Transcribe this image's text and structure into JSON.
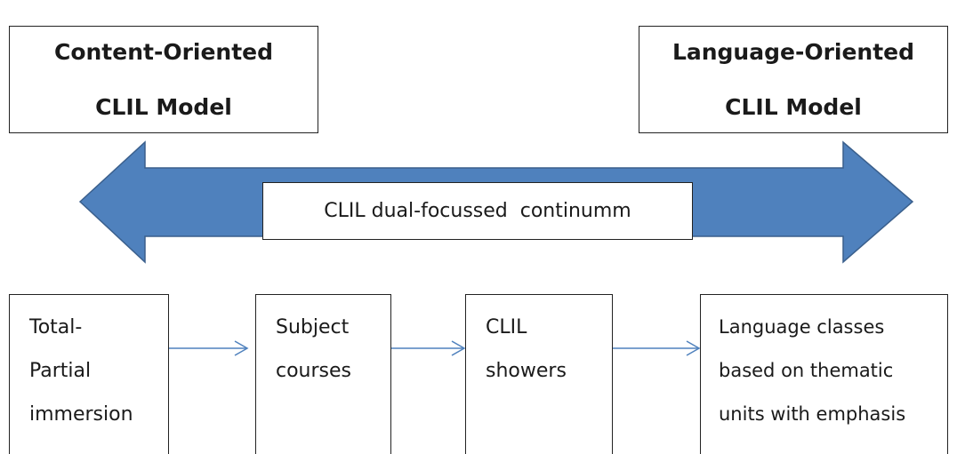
{
  "models": {
    "content": [
      "Content-Oriented",
      "CLIL Model"
    ],
    "language": [
      "Language-Oriented",
      "CLIL Model"
    ]
  },
  "continuum_label": "CLIL dual-focussed  continumm",
  "steps": [
    {
      "lines": [
        "Total-",
        "Partial",
        "immersion"
      ]
    },
    {
      "lines": [
        "Subject",
        "courses"
      ]
    },
    {
      "lines": [
        "CLIL",
        "showers"
      ]
    },
    {
      "lines": [
        "Language classes",
        "based on thematic",
        "units with emphasis"
      ]
    }
  ],
  "colors": {
    "arrow_fill": "#4f81bd",
    "arrow_stroke": "#3a5f8c",
    "connector": "#4f81bd"
  }
}
